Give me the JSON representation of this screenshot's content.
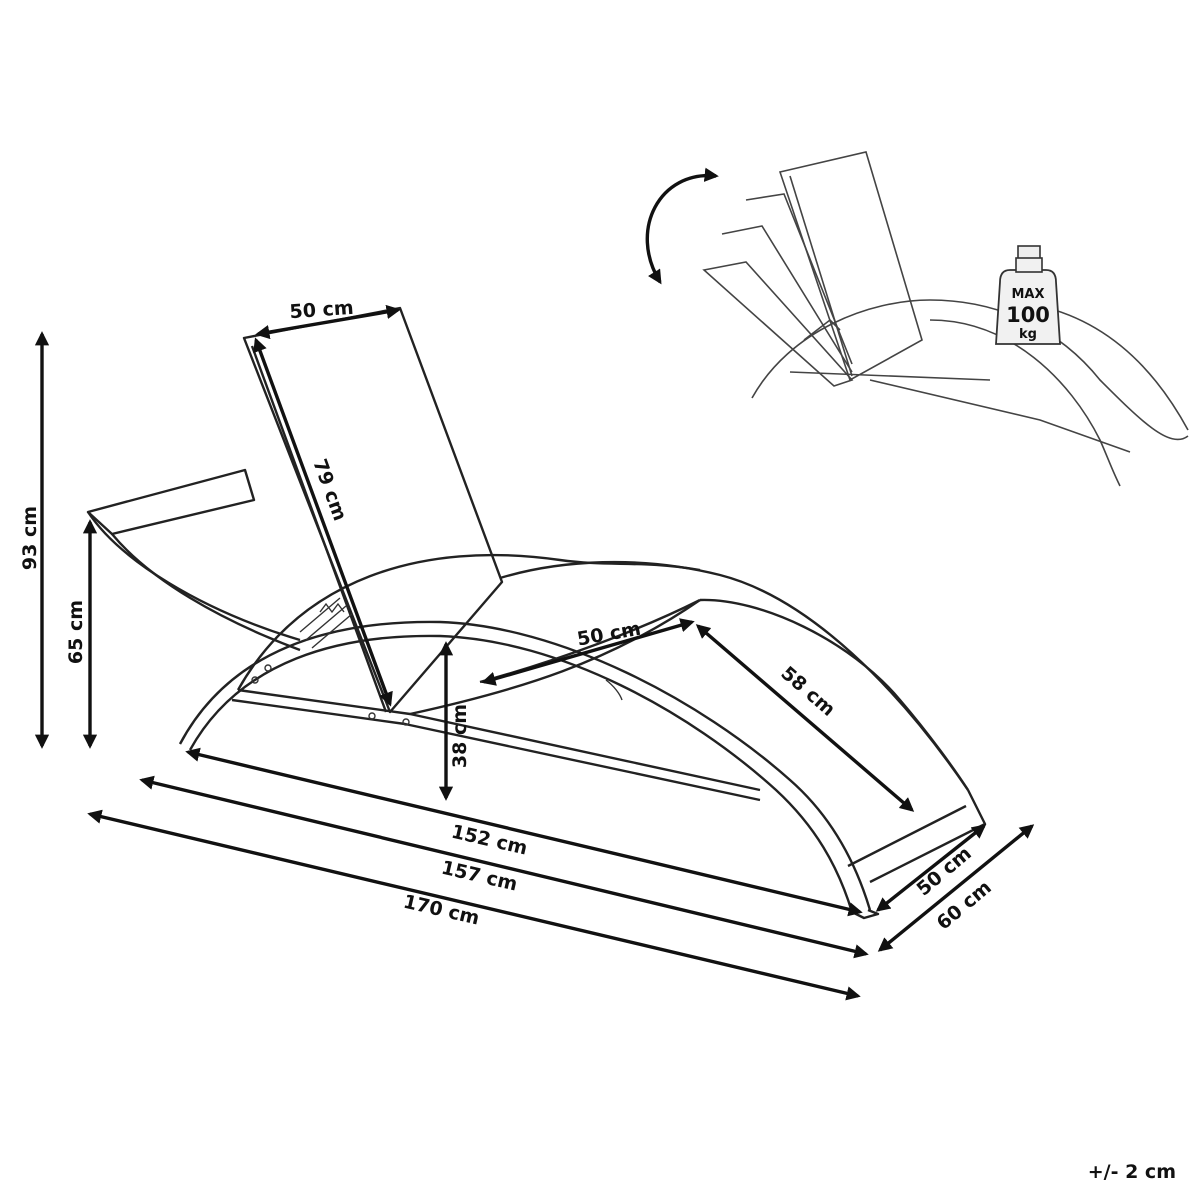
{
  "dimensions": {
    "total_height": "93 cm",
    "armrest_height": "65 cm",
    "backrest_width": "50 cm",
    "backrest_length": "79 cm",
    "seat_width": "50 cm",
    "seat_length": "58 cm",
    "seat_height": "38 cm",
    "frame_length": "152 cm",
    "overall_length": "157 cm",
    "full_length": "170 cm",
    "inner_width": "50 cm",
    "outer_width": "60 cm"
  },
  "weight_badge": {
    "line1": "MAX",
    "line2": "100",
    "line3": "kg"
  },
  "tolerance": "+/- 2 cm",
  "icons": [
    "adjustable-backrest-icon",
    "weight-icon"
  ]
}
